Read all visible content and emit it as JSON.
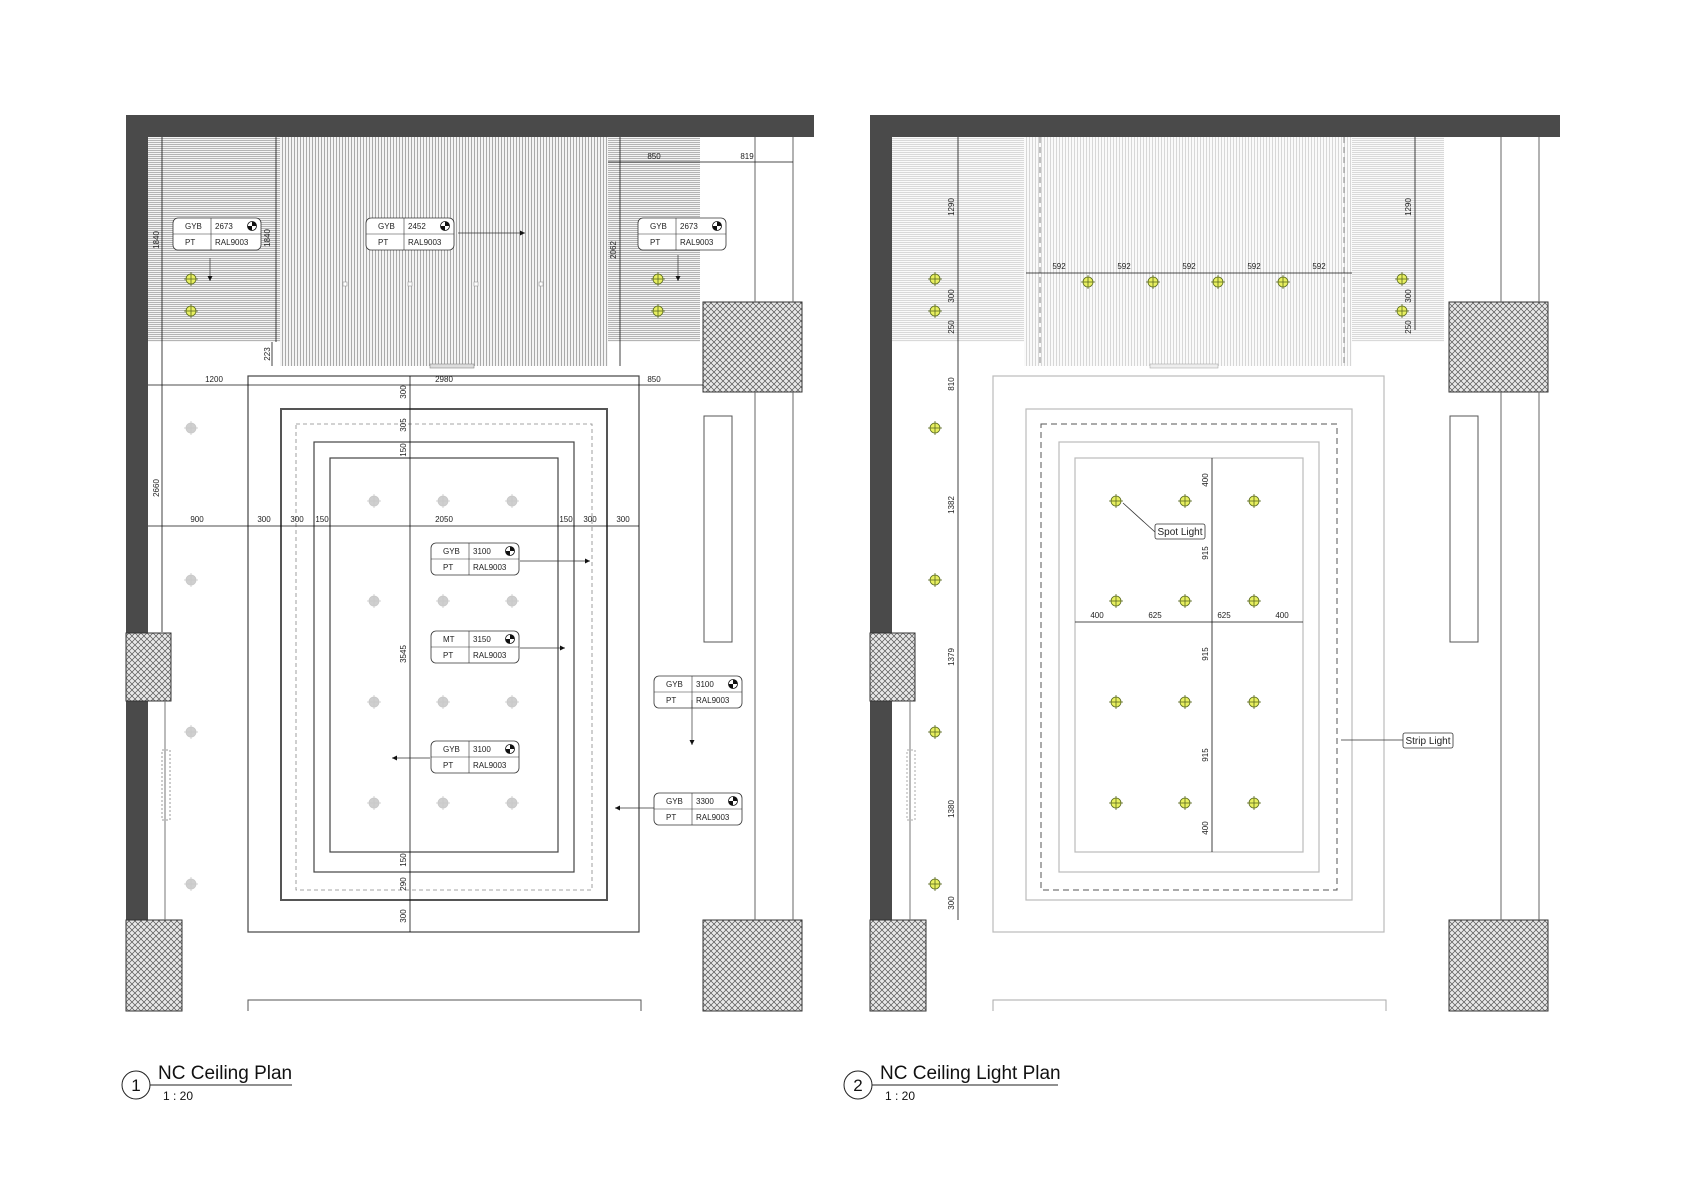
{
  "plans": [
    {
      "number": "1",
      "title": "NC Ceiling Plan",
      "scale": "1 : 20",
      "dimensions": {
        "top": [
          "850",
          "819"
        ],
        "mid": [
          "1200",
          "2980",
          "850"
        ],
        "row": [
          "900",
          "300",
          "300",
          "150",
          "2050",
          "150",
          "300",
          "300"
        ],
        "left_v": [
          "1840",
          "2660"
        ],
        "v_small": [
          "1840",
          "2062",
          "223"
        ],
        "center_v": [
          "300",
          "305",
          "150",
          "3545",
          "150",
          "290",
          "300"
        ]
      },
      "tags": [
        {
          "code": "GYB",
          "height": "2673",
          "finish": "PT",
          "ral": "RAL9003"
        },
        {
          "code": "GYB",
          "height": "2452",
          "finish": "PT",
          "ral": "RAL9003"
        },
        {
          "code": "GYB",
          "height": "2673",
          "finish": "PT",
          "ral": "RAL9003"
        },
        {
          "code": "GYB",
          "height": "3100",
          "finish": "PT",
          "ral": "RAL9003"
        },
        {
          "code": "MT",
          "height": "3150",
          "finish": "PT",
          "ral": "RAL9003"
        },
        {
          "code": "GYB",
          "height": "3100",
          "finish": "PT",
          "ral": "RAL9003"
        },
        {
          "code": "GYB",
          "height": "3100",
          "finish": "PT",
          "ral": "RAL9003"
        },
        {
          "code": "GYB",
          "height": "3300",
          "finish": "PT",
          "ral": "RAL9003"
        }
      ]
    },
    {
      "number": "2",
      "title": "NC Ceiling Light Plan",
      "scale": "1 : 20",
      "dimensions": {
        "top_row": [
          "592",
          "592",
          "592",
          "592",
          "592"
        ],
        "left_v": [
          "1290",
          "300",
          "250",
          "810",
          "1382",
          "1379",
          "1380",
          "300"
        ],
        "right_v": [
          "1290",
          "300",
          "250"
        ],
        "center_v": [
          "400",
          "915",
          "915",
          "915",
          "400"
        ],
        "center_h": [
          "400",
          "625",
          "625",
          "400"
        ]
      },
      "callouts": {
        "spot": "Spot Light",
        "strip": "Strip Light"
      }
    }
  ],
  "colors": {
    "wall": "#4a4a4a",
    "light": "#e8f060",
    "line": "#333333"
  }
}
